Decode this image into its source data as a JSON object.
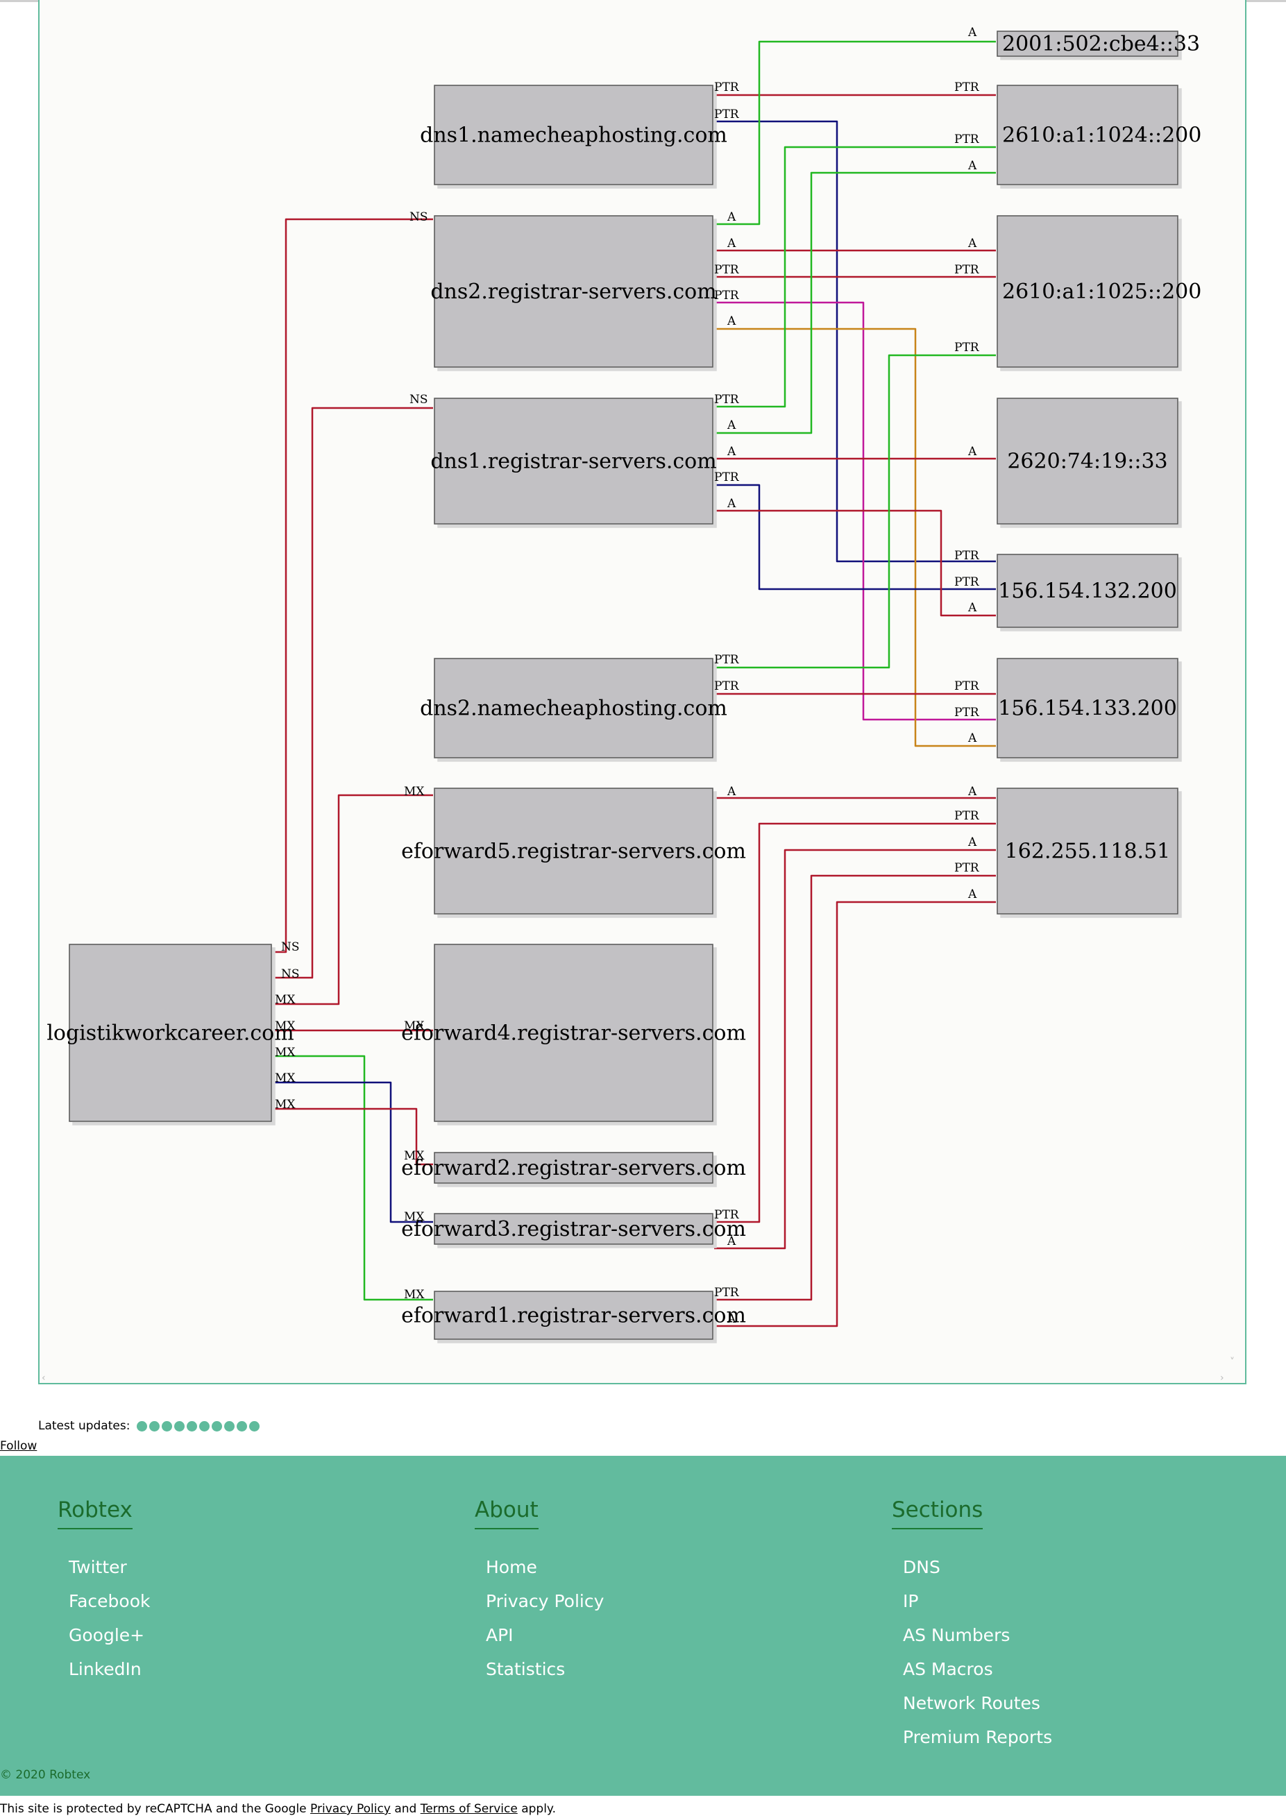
{
  "graph": {
    "nodes": {
      "main": "logistikworkcareer.com",
      "dns1_namecheap": "dns1.namecheaphosting.com",
      "dns2_registrar": "dns2.registrar-servers.com",
      "dns1_registrar": "dns1.registrar-servers.com",
      "dns2_namecheap": "dns2.namecheaphosting.com",
      "eforward5": "eforward5.registrar-servers.com",
      "eforward4": "eforward4.registrar-servers.com",
      "eforward2": "eforward2.registrar-servers.com",
      "eforward3": "eforward3.registrar-servers.com",
      "eforward1": "eforward1.registrar-servers.com",
      "ip_2001": "2001:502:cbe4::33",
      "ip_2610_1024": "2610:a1:1024::200",
      "ip_2610_1025": "2610:a1:1025::200",
      "ip_2620": "2620:74:19::33",
      "ip_156_132": "156.154.132.200",
      "ip_156_133": "156.154.133.200",
      "ip_162": "162.255.118.51"
    },
    "labels": {
      "ns": "NS",
      "mx": "MX",
      "a": "A",
      "ptr": "PTR"
    }
  },
  "updates": {
    "label": "Latest updates:",
    "dot_count": 10
  },
  "follow": "Follow",
  "footer": {
    "col1": {
      "title": "Robtex",
      "items": [
        "Twitter",
        "Facebook",
        "Google+",
        "LinkedIn"
      ]
    },
    "col2": {
      "title": "About",
      "items": [
        "Home",
        "Privacy Policy",
        "API",
        "Statistics"
      ]
    },
    "col3": {
      "title": "Sections",
      "items": [
        "DNS",
        "IP",
        "AS Numbers",
        "AS Macros",
        "Network Routes",
        "Premium Reports"
      ]
    },
    "copyright": "© 2020 Robtex"
  },
  "captcha": {
    "prefix": "This site is protected by reCAPTCHA and the Google",
    "privacy": "Privacy Policy",
    "and": "and",
    "terms": "Terms of Service",
    "suffix": "apply."
  },
  "colors": {
    "accent": "#62bb9e",
    "red": "#b0182c",
    "green": "#22b822",
    "navy": "#10107a",
    "magenta": "#c0189a",
    "orange": "#c8841a",
    "node_fill": "#c2c1c4"
  }
}
